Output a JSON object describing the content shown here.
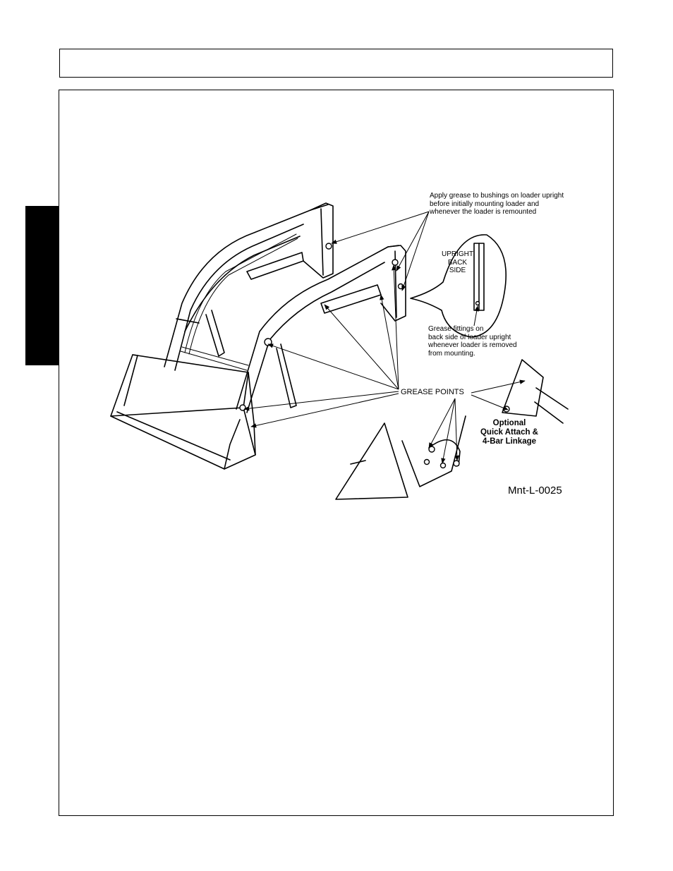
{
  "figure": {
    "note_bushings": [
      "Apply grease to bushings on loader upright",
      "before initially mounting loader and",
      "whenever the loader is remounted"
    ],
    "detail_label": [
      "UPRIGHT",
      "BACK",
      "SIDE"
    ],
    "note_fittings": [
      "Grease fittings on",
      "back side of loader upright",
      "whenever loader is removed",
      "from mounting."
    ],
    "grease_points": "GREASE POINTS",
    "optional_lines": [
      "Optional",
      "Quick Attach &",
      "4-Bar Linkage"
    ],
    "figure_code": "Mnt-L-0025"
  }
}
